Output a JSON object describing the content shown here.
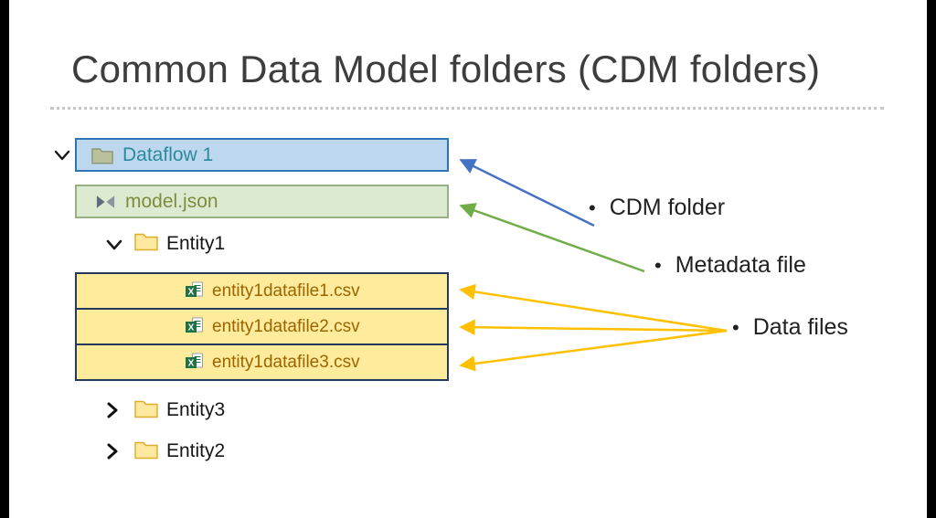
{
  "title": "Common Data Model folders (CDM folders)",
  "tree": {
    "dataflow": {
      "label": "Dataflow 1"
    },
    "model": {
      "label": "model.json"
    },
    "entity1": {
      "label": "Entity1"
    },
    "files": [
      {
        "label": "entity1datafile1.csv"
      },
      {
        "label": "entity1datafile2.csv"
      },
      {
        "label": "entity1datafile3.csv"
      }
    ],
    "entity3": {
      "label": "Entity3"
    },
    "entity2": {
      "label": "Entity2"
    }
  },
  "annotations": {
    "bullet": "•",
    "items": [
      {
        "label": "CDM folder"
      },
      {
        "label": "Metadata file"
      },
      {
        "label": "Data files"
      }
    ]
  },
  "colors": {
    "cdm_box_bg": "#bdd7ee",
    "cdm_box_border": "#2e75b6",
    "cdm_text": "#2b8a9c",
    "metadata_box_bg": "#dcead2",
    "metadata_box_border": "#98ae84",
    "metadata_text": "#7e8c3c",
    "data_box_bg": "#ffeb9c",
    "data_box_border": "#26395c",
    "data_text": "#9c6500",
    "arrow_blue": "#4472c4",
    "arrow_green": "#70ad47",
    "arrow_yellow": "#ffc000"
  }
}
